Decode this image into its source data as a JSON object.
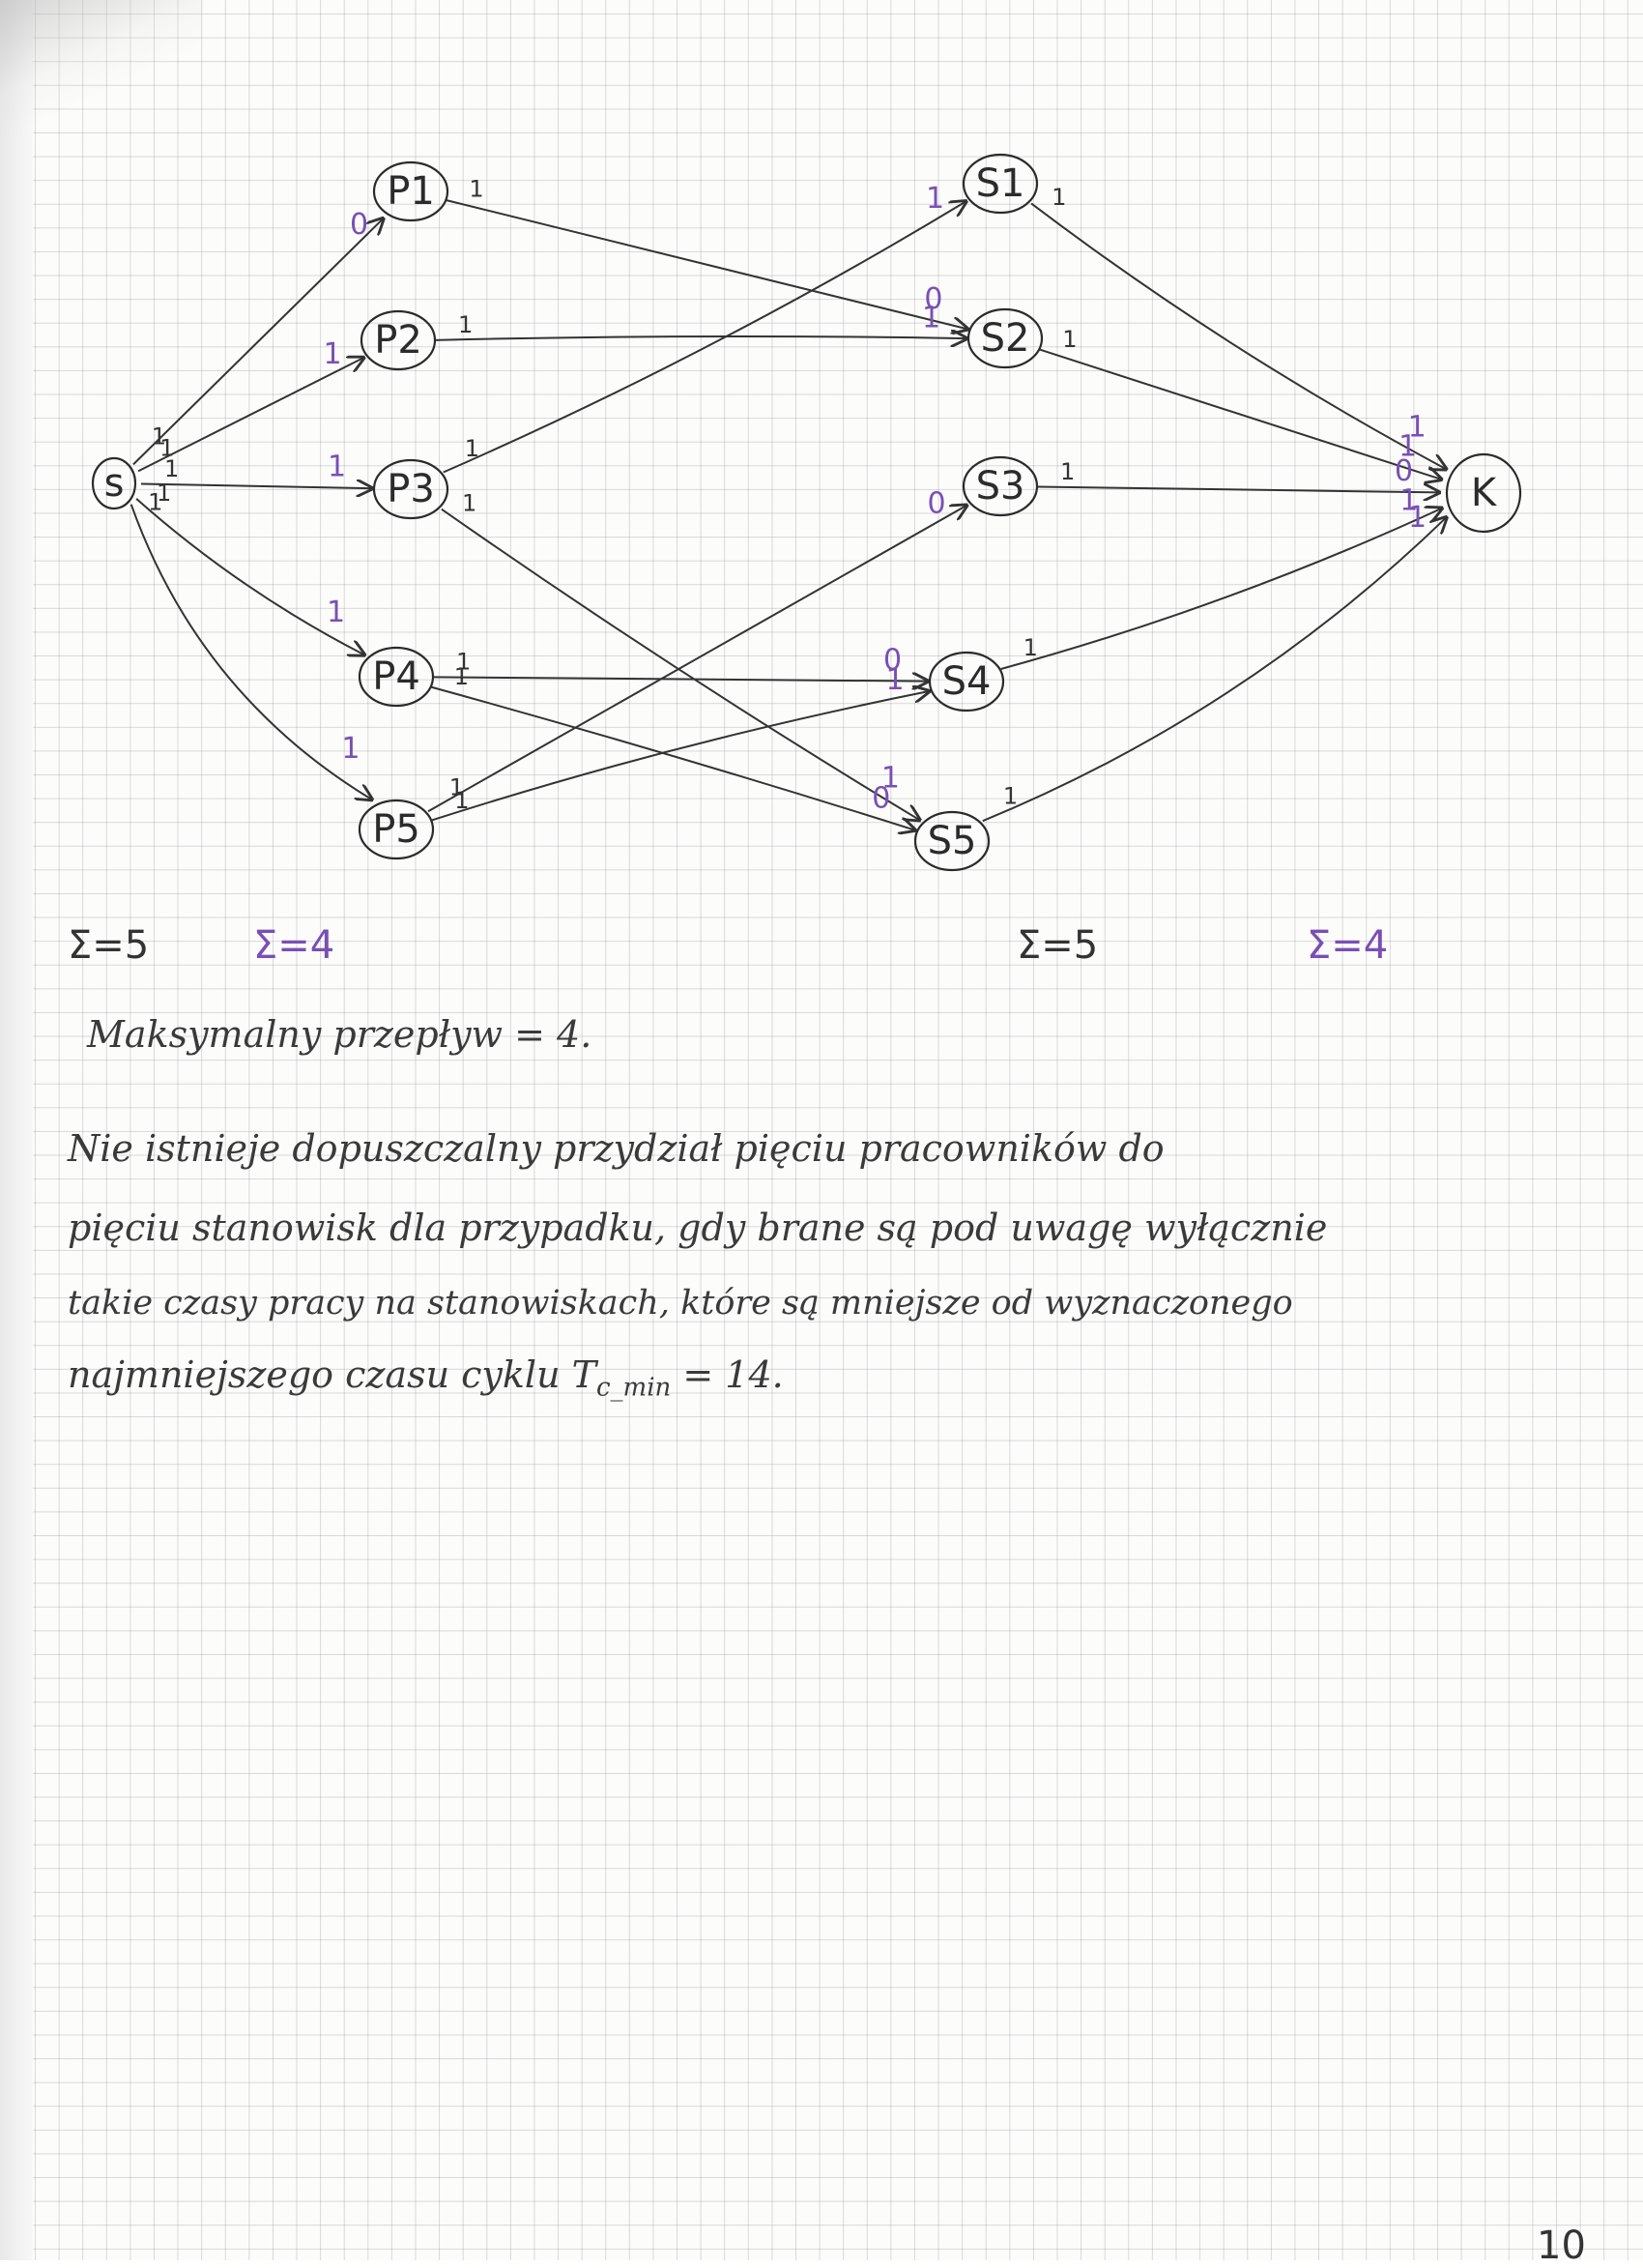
{
  "graph": {
    "nodes": [
      {
        "id": "s",
        "label": "s"
      },
      {
        "id": "P1",
        "label": "P1"
      },
      {
        "id": "P2",
        "label": "P2"
      },
      {
        "id": "P3",
        "label": "P3"
      },
      {
        "id": "P4",
        "label": "P4"
      },
      {
        "id": "P5",
        "label": "P5"
      },
      {
        "id": "S1",
        "label": "S1"
      },
      {
        "id": "S2",
        "label": "S2"
      },
      {
        "id": "S3",
        "label": "S3"
      },
      {
        "id": "S4",
        "label": "S4"
      },
      {
        "id": "S5",
        "label": "S5"
      },
      {
        "id": "K",
        "label": "K"
      }
    ],
    "edges": [
      {
        "from": "s",
        "to": "P1",
        "capacity": "1",
        "flow": "0"
      },
      {
        "from": "s",
        "to": "P2",
        "capacity": "1",
        "flow": "1"
      },
      {
        "from": "s",
        "to": "P3",
        "capacity": "1",
        "flow": "1"
      },
      {
        "from": "s",
        "to": "P4",
        "capacity": "1",
        "flow": "1"
      },
      {
        "from": "s",
        "to": "P5",
        "capacity": "1",
        "flow": "1"
      },
      {
        "from": "P1",
        "to": "S2",
        "capacity": "1",
        "flow": "0"
      },
      {
        "from": "P2",
        "to": "S2",
        "capacity": "1",
        "flow": "1"
      },
      {
        "from": "P3",
        "to": "S1",
        "capacity": "1",
        "flow": "1"
      },
      {
        "from": "P3",
        "to": "S5",
        "capacity": "1",
        "flow": "1"
      },
      {
        "from": "P4",
        "to": "S4",
        "capacity": "1",
        "flow": "0"
      },
      {
        "from": "P4",
        "to": "S5",
        "capacity": "1",
        "flow": "0"
      },
      {
        "from": "P5",
        "to": "S3",
        "capacity": "1",
        "flow": "0"
      },
      {
        "from": "P5",
        "to": "S4",
        "capacity": "1",
        "flow": "1"
      },
      {
        "from": "S1",
        "to": "K",
        "capacity": "1",
        "flow": "1"
      },
      {
        "from": "S2",
        "to": "K",
        "capacity": "1",
        "flow": "1"
      },
      {
        "from": "S3",
        "to": "K",
        "capacity": "1",
        "flow": "0"
      },
      {
        "from": "S4",
        "to": "K",
        "capacity": "1",
        "flow": "1"
      },
      {
        "from": "S5",
        "to": "K",
        "capacity": "1",
        "flow": "1"
      }
    ]
  },
  "sums": {
    "left_capacity": "Σ=5",
    "left_flow": "Σ=4",
    "right_capacity": "Σ=5",
    "right_flow": "Σ=4"
  },
  "text": {
    "max_flow": "Maksymalny przepływ = 4.",
    "line1": "Nie istnieje dopuszczalny przydział pięciu pracowników do",
    "line2": "pięciu stanowisk dla przypadku, gdy brane są pod uwagę wyłącznie",
    "line3": "takie czasy pracy na stanowiskach, które są mniejsze od wyznaczonego",
    "line4": "najmniejszego czasu cyklu T",
    "line4_sub": "c_min",
    "line4_end": " = 14."
  },
  "page_number": "10"
}
